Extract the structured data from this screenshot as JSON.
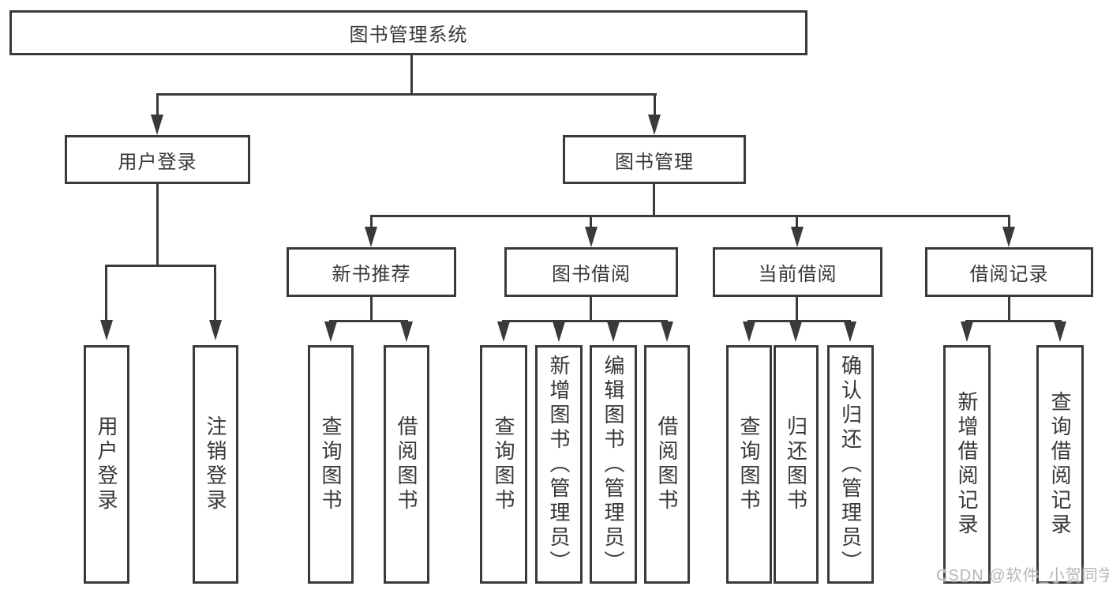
{
  "tree": {
    "root": {
      "label": "图书管理系统",
      "children": [
        {
          "label": "用户登录",
          "children": [
            {
              "label": "用户登录"
            },
            {
              "label": "注销登录"
            }
          ]
        },
        {
          "label": "图书管理",
          "children": [
            {
              "label": "新书推荐",
              "children": [
                {
                  "label": "查询图书"
                },
                {
                  "label": "借阅图书"
                }
              ]
            },
            {
              "label": "图书借阅",
              "children": [
                {
                  "label": "查询图书"
                },
                {
                  "label": "新增图书（管理员）"
                },
                {
                  "label": "编辑图书（管理员）"
                },
                {
                  "label": "借阅图书"
                }
              ]
            },
            {
              "label": "当前借阅",
              "children": [
                {
                  "label": "查询图书"
                },
                {
                  "label": "归还图书"
                },
                {
                  "label": "确认归还（管理员）"
                }
              ]
            },
            {
              "label": "借阅记录",
              "children": [
                {
                  "label": "新增借阅记录"
                },
                {
                  "label": "查询借阅记录"
                }
              ]
            }
          ]
        }
      ]
    }
  },
  "watermark": {
    "text": "CSDN @软件_小贺同学"
  },
  "colors": {
    "line": "#3a3a3a",
    "box_fill": "#ffffff",
    "text": "#37373c",
    "watermark": "#b4b4bc",
    "background": "#ffffff"
  }
}
